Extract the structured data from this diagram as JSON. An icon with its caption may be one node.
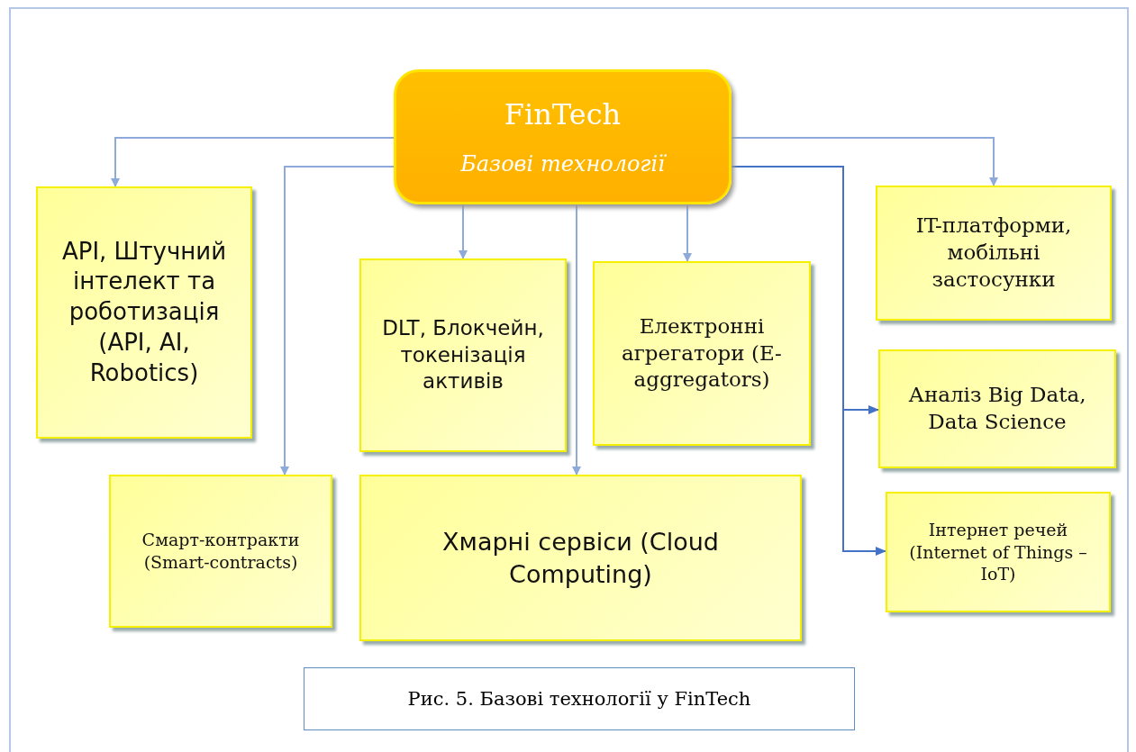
{
  "diagram": {
    "caption": "Рис. 5. Базові технології у FinTech",
    "nodes": [
      {
        "text": [
          "FinTech",
          "Базові технології"
        ]
      },
      {
        "text": [
          "API, Штучний інтелект та роботизація (API, AI, Robotics)"
        ]
      },
      {
        "text": [
          "DLT, Блокчейн, токенізація активів"
        ]
      },
      {
        "text": [
          "Електронні агрегатори (E-aggregators)"
        ]
      },
      {
        "text": [
          "IT-платформи, мобільні застосунки"
        ]
      },
      {
        "text": [
          "Аналіз Big Data, Data Science"
        ]
      },
      {
        "text": [
          "Смарт-контракти (Smart-contracts)"
        ]
      },
      {
        "text": [
          "Хмарні сервіси (Cloud Computing)"
        ]
      },
      {
        "text": [
          "Інтернет речей (Internet of Things – IoT)"
        ]
      }
    ],
    "edges": [
      {
        "from": 0,
        "to": 1,
        "arrow": "to"
      },
      {
        "from": 0,
        "to": 6,
        "arrow": "to"
      },
      {
        "from": 0,
        "to": 2,
        "arrow": "to"
      },
      {
        "from": 0,
        "to": 7,
        "arrow": "to"
      },
      {
        "from": 0,
        "to": 3,
        "arrow": "to"
      },
      {
        "from": 0,
        "to": 4,
        "arrow": "to"
      },
      {
        "from": 0,
        "to": 5,
        "arrow": "to",
        "color": "#4472c4"
      },
      {
        "from": 0,
        "to": 8,
        "arrow": "to",
        "color": "#4472c4"
      }
    ]
  }
}
